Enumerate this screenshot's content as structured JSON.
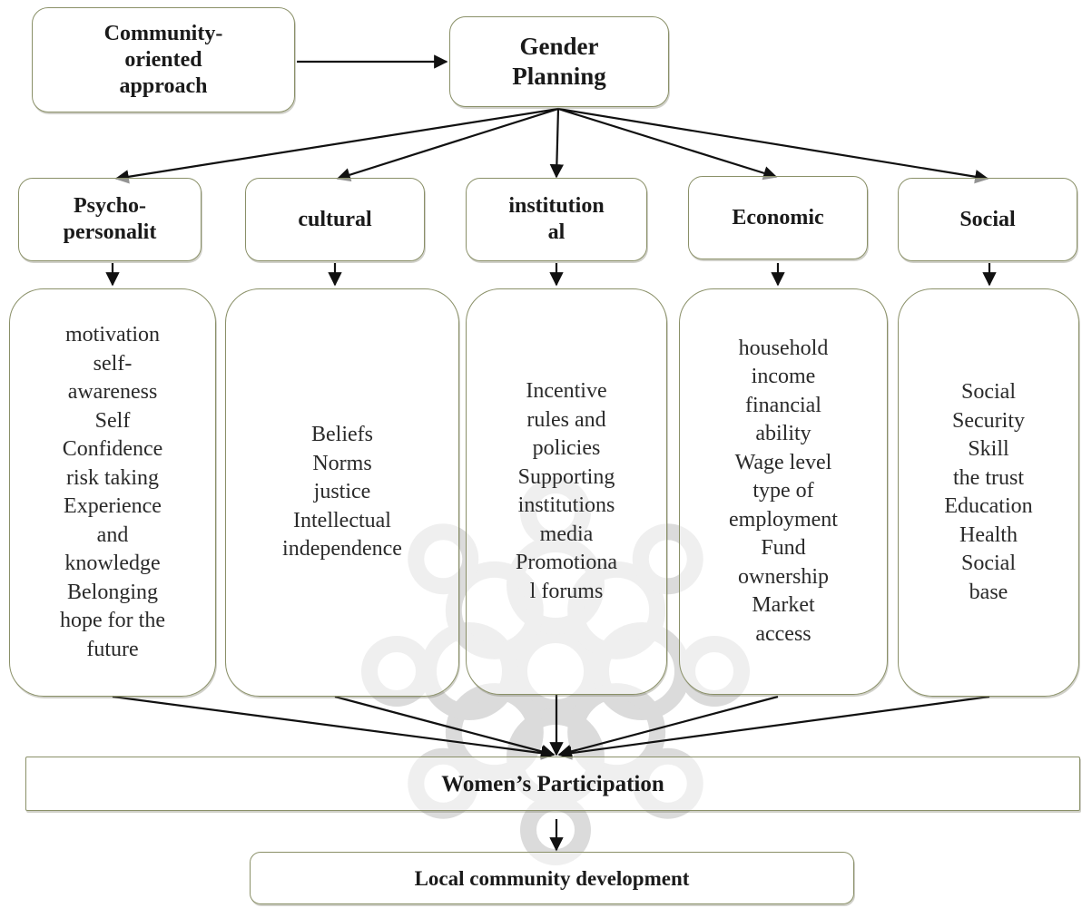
{
  "diagram": {
    "top": {
      "approach": "Community-\noriented\napproach",
      "planning": "Gender\nPlanning"
    },
    "dimensions": [
      {
        "title": "Psycho-\npersonalit",
        "items": [
          "motivation",
          "self-",
          "awareness",
          "Self",
          "Confidence",
          "risk taking",
          "Experience",
          "and",
          "knowledge",
          "Belonging",
          "hope for the",
          "future"
        ]
      },
      {
        "title": "cultural",
        "items": [
          "Beliefs",
          "Norms",
          "justice",
          "Intellectual",
          "independence"
        ]
      },
      {
        "title": "institution\nal",
        "items": [
          "Incentive",
          "rules and",
          "policies",
          "Supporting",
          "institutions",
          "media",
          "Promotiona",
          "l forums"
        ]
      },
      {
        "title": "Economic",
        "items": [
          "household",
          "income",
          "financial",
          "ability",
          "Wage level",
          "type of",
          "employment",
          "Fund",
          "ownership",
          "Market",
          "access"
        ]
      },
      {
        "title": "Social",
        "items": [
          "Social",
          "Security",
          "Skill",
          "the trust",
          "Education",
          "Health",
          "Social",
          "base"
        ]
      }
    ],
    "participation": "Women’s Participation",
    "outcome": "Local community development"
  },
  "colors": {
    "border": "#8a9068",
    "arrow": "#111111",
    "watermark": "#9a9a9a"
  }
}
